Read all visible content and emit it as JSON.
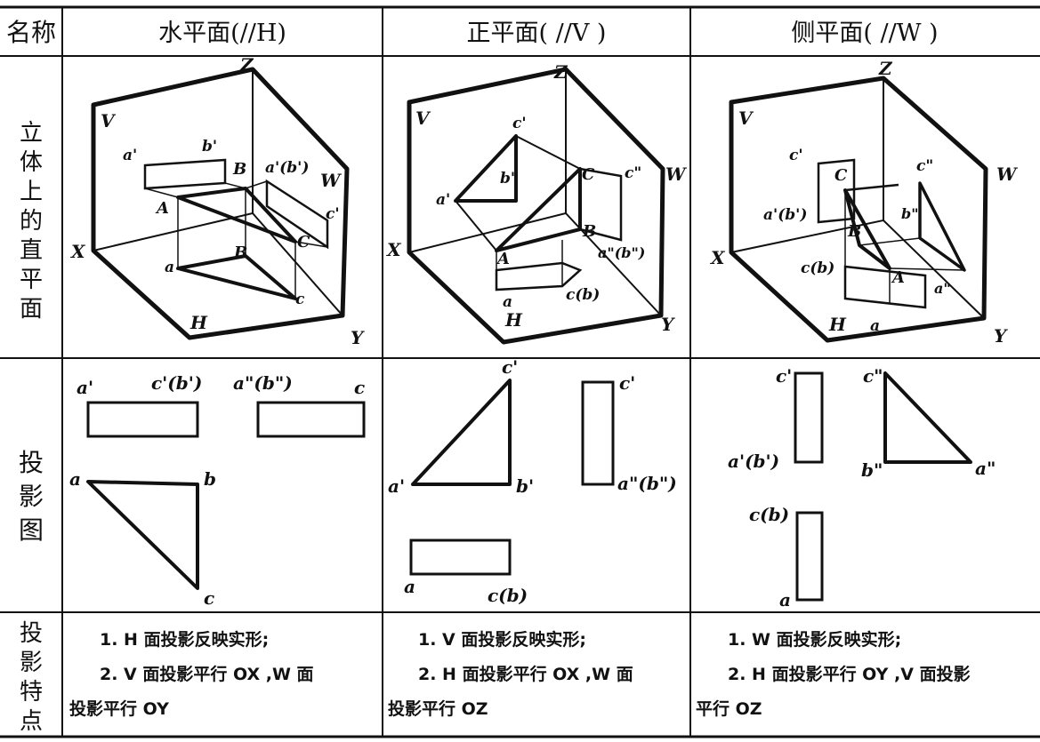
{
  "table": {
    "header_first": "名称",
    "columns": [
      {
        "title": "水平面(//H)",
        "solid_labels": {
          "Z": "Z",
          "V": "V",
          "W": "W",
          "X": "X",
          "H": "H",
          "Y": "Y",
          "a1": "a'",
          "b1": "b'",
          "B_up": "B",
          "a1b1": "a'(b')",
          "c2": "c'",
          "A": "A",
          "C": "C",
          "B_low": "B",
          "a": "a",
          "c": "c"
        },
        "proj_labels": {
          "a1": "a'",
          "c1b1": "c'(b')",
          "a2b2": "a\"(b\")",
          "c_top": "c",
          "a": "a",
          "b": "b",
          "c": "c"
        },
        "notes": [
          "1. H 面投影反映实形;",
          "2. V 面投影平行 OX ,W 面",
          "投影平行 OY"
        ]
      },
      {
        "title": "正平面( //V )",
        "solid_labels": {
          "Z": "Z",
          "V": "V",
          "W": "W",
          "X": "X",
          "H": "H",
          "Y": "Y",
          "c1": "c'",
          "b1": "b'",
          "a1": "a'",
          "C": "C",
          "c2": "c\"",
          "B": "B",
          "A": "A",
          "a2b2": "a\"(b\")",
          "a": "a",
          "cb": "c(b)"
        },
        "proj_labels": {
          "c1": "c'",
          "a1": "a'",
          "b1": "b'",
          "c2": "c'",
          "a2b2": "a\"(b\")",
          "a": "a",
          "cb": "c(b)"
        },
        "notes": [
          "1. V 面投影反映实形;",
          "2. H 面投影平行 OX ,W 面",
          "投影平行 OZ"
        ]
      },
      {
        "title": "侧平面( //W )",
        "solid_labels": {
          "Z": "Z",
          "V": "V",
          "W": "W",
          "X": "X",
          "H": "H",
          "Y": "Y",
          "c1": "c'",
          "C": "C",
          "c2": "c\"",
          "a1b1": "a'(b')",
          "b2": "b\"",
          "B": "B",
          "cb": "c(b)",
          "A": "A",
          "a2": "a\"",
          "a": "a"
        },
        "proj_labels": {
          "c1": "c'",
          "c2": "c\"",
          "a1b1": "a'(b')",
          "b2": "b\"",
          "a2": "a\"",
          "cb": "c(b)",
          "a": "a"
        },
        "notes": [
          "1. W 面投影反映实形;",
          "2. H 面投影平行 OY ,V 面投影",
          "平行 OZ"
        ]
      }
    ],
    "rows": [
      {
        "label_chars": [
          "立",
          "体",
          "上",
          "的",
          "直",
          "平",
          "面"
        ]
      },
      {
        "label_chars": [
          "投",
          "影",
          "图"
        ]
      },
      {
        "label_chars": [
          "投",
          "影",
          "特",
          "点"
        ]
      }
    ]
  }
}
